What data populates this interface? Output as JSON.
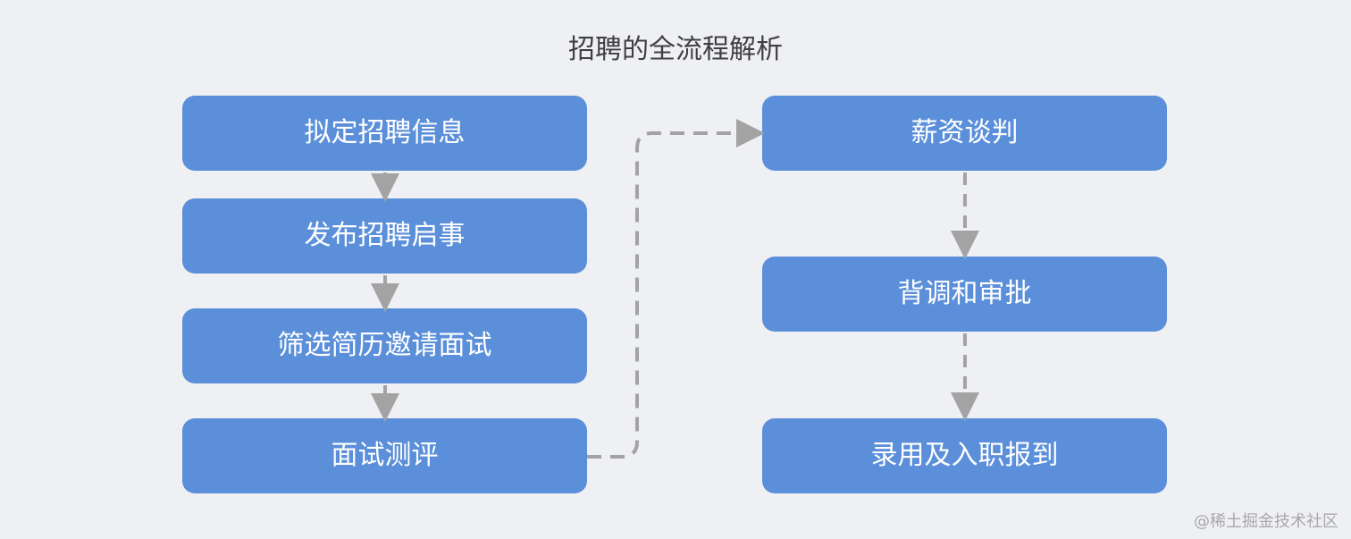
{
  "diagram": {
    "title": "招聘的全流程解析",
    "steps": [
      {
        "label": "拟定招聘信息"
      },
      {
        "label": "发布招聘启事"
      },
      {
        "label": "筛选简历邀请面试"
      },
      {
        "label": "面试测评"
      },
      {
        "label": "薪资谈判"
      },
      {
        "label": "背调和审批"
      },
      {
        "label": "录用及入职报到"
      }
    ]
  },
  "colors": {
    "background": "#eff0f4",
    "box": "#5b8fd9",
    "box_text": "#ffffff",
    "title": "#3f3f3f",
    "arrow": "#a3a3a3"
  },
  "watermark": "@稀土掘金技术社区"
}
